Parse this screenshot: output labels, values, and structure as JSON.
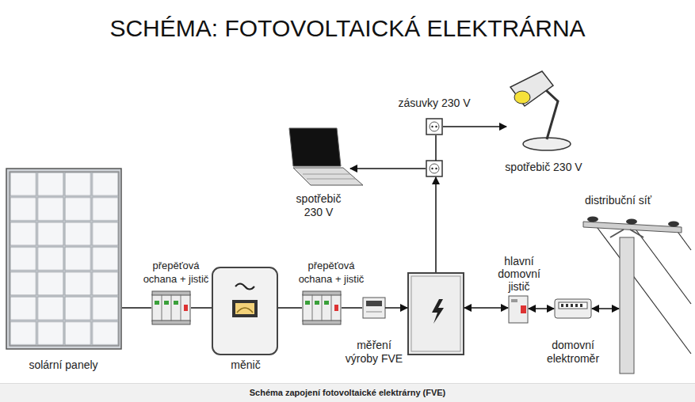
{
  "diagram": {
    "title": "SCHÉMA: FOTOVOLTAICKÁ ELEKTRÁRNA",
    "caption": "Schéma zapojení fotovoltaické elektrárny (FVE)",
    "nodes": [
      {
        "text": [
          "zásuvky 230 V"
        ]
      },
      {
        "text": [
          "spotřebič 230 V"
        ]
      },
      {
        "text": [
          "spotřebič 230 V"
        ]
      },
      {
        "text": [
          "distribuční síť"
        ]
      },
      {
        "text": [
          "hlavní domovní jistič"
        ]
      },
      {
        "text": [
          "solární panely"
        ]
      },
      {
        "text": [
          "přepěťová ochana + jistič"
        ]
      },
      {
        "text": [
          "měnič"
        ]
      },
      {
        "text": [
          "přepěťová ochana + jistič"
        ]
      },
      {
        "text": [
          "měření výroby FVE"
        ]
      },
      {
        "text": [
          "domovní elektroměr"
        ]
      }
    ],
    "edges": [
      {
        "from": 0,
        "to": 1,
        "arrow": "to"
      },
      {
        "from": 5,
        "to": 6,
        "arrow": "none"
      },
      {
        "from": 6,
        "to": 7,
        "arrow": "none"
      },
      {
        "from": 7,
        "to": 8,
        "arrow": "none"
      },
      {
        "from": 8,
        "to": 9,
        "arrow": "none"
      },
      {
        "from": 4,
        "to": 10,
        "arrow": "both"
      },
      {
        "from": 10,
        "to": 3,
        "arrow": "both"
      }
    ]
  }
}
